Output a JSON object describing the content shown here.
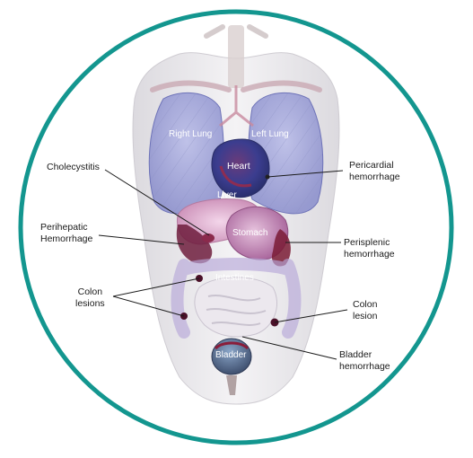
{
  "colors": {
    "ring": "#13968f",
    "lung": "#9b9fd8",
    "heart": "#3d4a96",
    "hemorrhage": "#7a1b35",
    "skeleton": "#d8d2d0",
    "body": "#e9e7ea"
  },
  "organ_labels": {
    "right_lung": "Right Lung",
    "left_lung": "Left Lung",
    "heart": "Heart",
    "liver": "Liver",
    "stomach": "Stomach",
    "intestines": "Intestines",
    "bladder": "Bladder"
  },
  "callouts": {
    "cholecystitis": "Cholecystitis",
    "pericardial": "Pericardial\nhemorrhage",
    "perihepatic": "Perihepatic\nHemorrhage",
    "perisplenic": "Perisplenic\nhemorrhage",
    "colon_lesions": "Colon\nlesions",
    "colon_lesion": "Colon\nlesion",
    "bladder_hemorrhage": "Bladder\nhemorrhage"
  }
}
